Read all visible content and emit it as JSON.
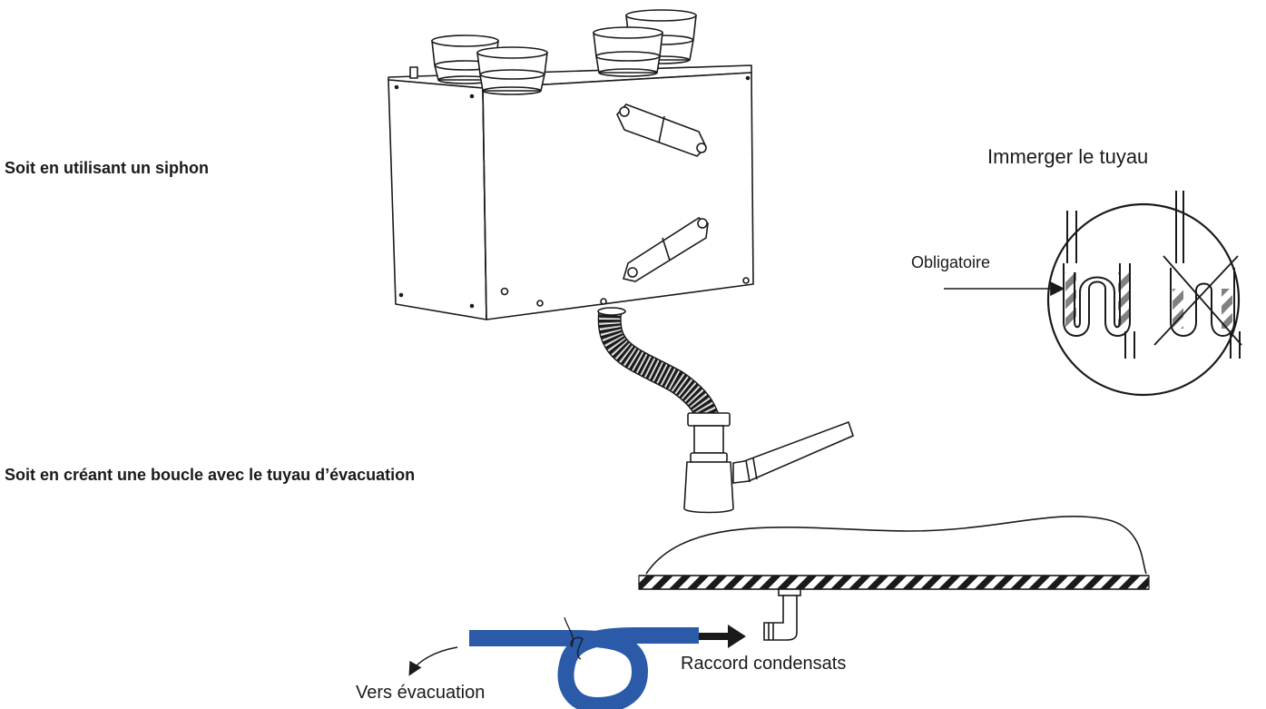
{
  "labels": {
    "option_siphon": "Soit en utilisant un siphon",
    "option_loop": "Soit en créant une boucle avec le tuyau d’évacuation",
    "immerse_title": "Immerger le tuyau",
    "mandatory": "Obligatoire",
    "condensate_fitting": "Raccord condensats",
    "to_drain": "Vers évacuation"
  },
  "colors": {
    "hose_blue": "#2a5aa8",
    "line": "#1a1a1a"
  }
}
